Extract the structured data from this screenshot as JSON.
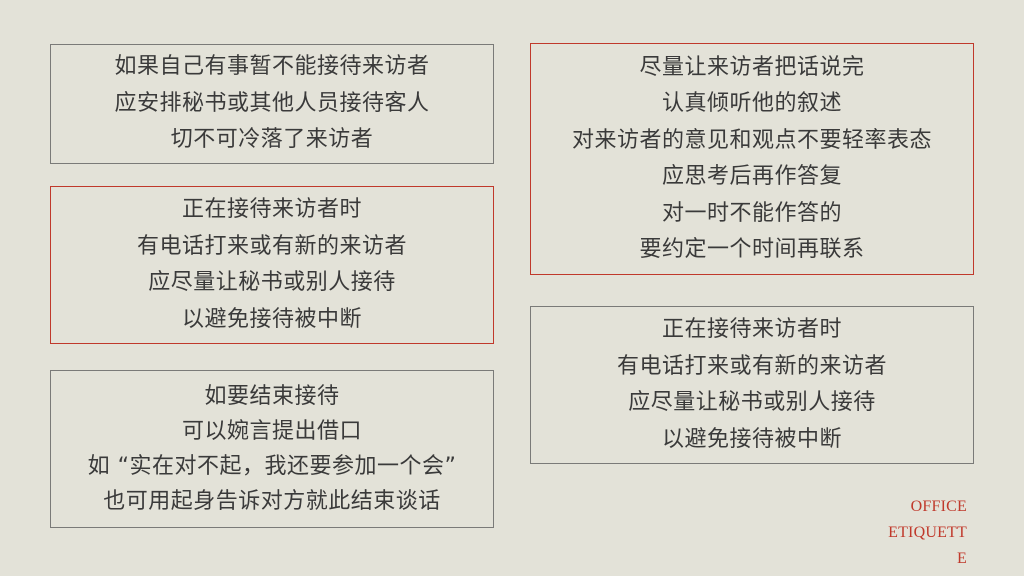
{
  "cards": [
    {
      "border": "gray",
      "lines": [
        "如果自己有事暂不能接待来访者",
        "应安排秘书或其他人员接待客人",
        "切不可冷落了来访者"
      ]
    },
    {
      "border": "red",
      "lines": [
        "正在接待来访者时",
        "有电话打来或有新的来访者",
        "应尽量让秘书或别人接待",
        "以避免接待被中断"
      ]
    },
    {
      "border": "gray",
      "lines": [
        "如要结束接待",
        "可以婉言提出借口",
        "如 “实在对不起，我还要参加一个会”",
        "也可用起身告诉对方就此结束谈话"
      ]
    },
    {
      "border": "red",
      "lines": [
        "尽量让来访者把话说完",
        "认真倾听他的叙述",
        "对来访者的意见和观点不要轻率表态",
        "应思考后再作答复",
        "对一时不能作答的",
        "要约定一个时间再联系"
      ]
    },
    {
      "border": "gray",
      "lines": [
        "正在接待来访者时",
        "有电话打来或有新的来访者",
        "应尽量让秘书或别人接待",
        "以避免接待被中断"
      ]
    }
  ],
  "corner_label": {
    "lines": [
      "OFFICE",
      "ETIQUETT",
      "E"
    ]
  },
  "colors": {
    "background": "#e3e2d8",
    "text": "#3a3a3a",
    "border_gray": "#7a7a78",
    "border_red": "#c0392b",
    "accent_red": "#c0392b"
  }
}
